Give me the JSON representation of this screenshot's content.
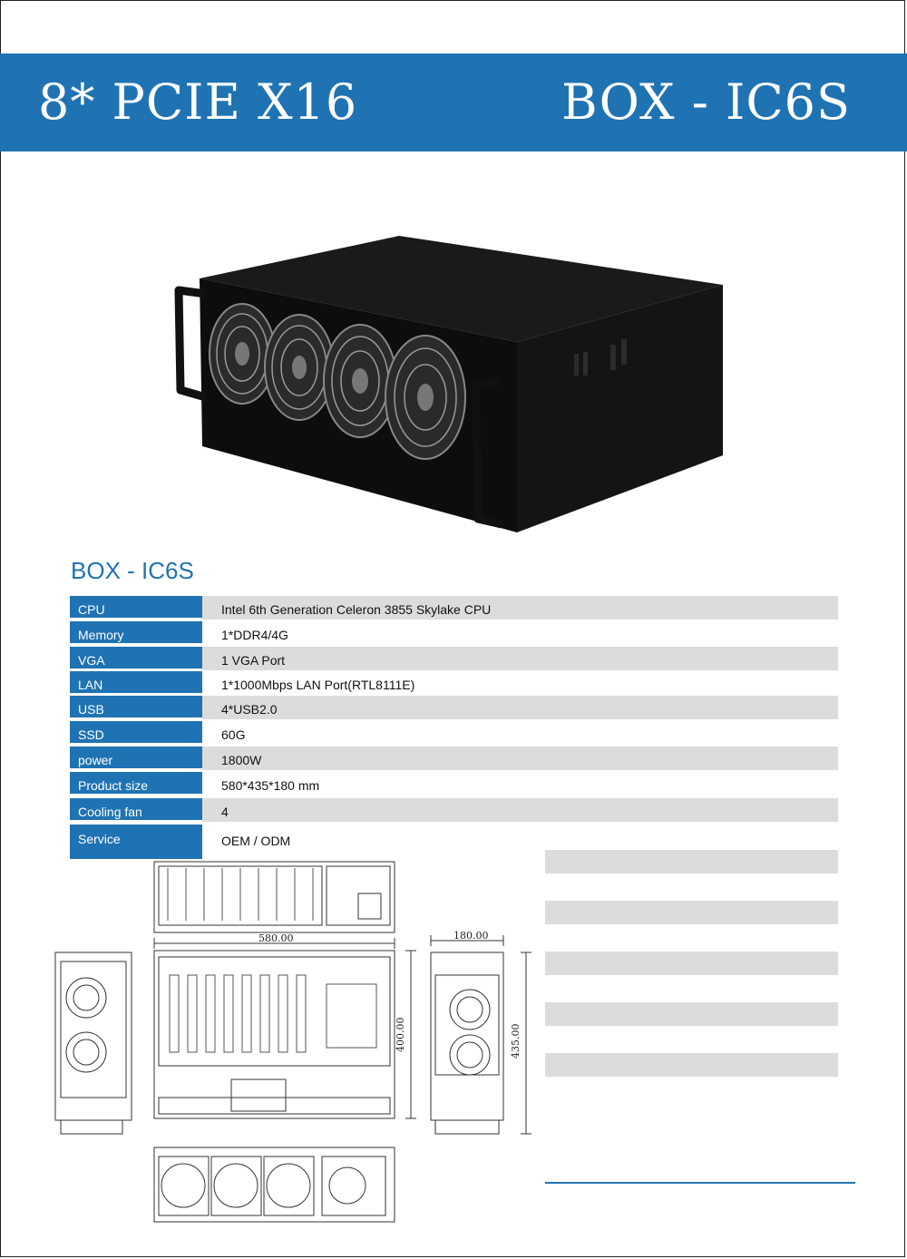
{
  "banner": {
    "left_title": "8* PCIE X16",
    "right_title": "BOX - IC6S",
    "color": "#1f73b3"
  },
  "section_title": "BOX - IC6S",
  "specs": [
    {
      "key": "CPU",
      "value": "Intel 6th Generation Celeron 3855 Skylake CPU"
    },
    {
      "key": "Memory",
      "value": "1*DDR4/4G"
    },
    {
      "key": "VGA",
      "value": "1 VGA Port"
    },
    {
      "key": "LAN",
      "value": "1*1000Mbps LAN Port(RTL8111E)"
    },
    {
      "key": "USB",
      "value": "4*USB2.0"
    },
    {
      "key": "SSD",
      "value": "60G"
    },
    {
      "key": "power",
      "value": "1800W"
    },
    {
      "key": "Product size",
      "value": "580*435*180 mm"
    },
    {
      "key": "Cooling fan",
      "value": "4"
    },
    {
      "key": "Service",
      "value": "OEM / ODM"
    }
  ],
  "dimensions": {
    "length": "580.00",
    "depth": "400.00",
    "height": "180.00",
    "width": "435.00"
  },
  "icons": {
    "product_photo": "rig-case-icon",
    "fan": "fan-icon"
  },
  "colors": {
    "accent": "#1f73b3",
    "row_shade": "#dcdcdc"
  }
}
